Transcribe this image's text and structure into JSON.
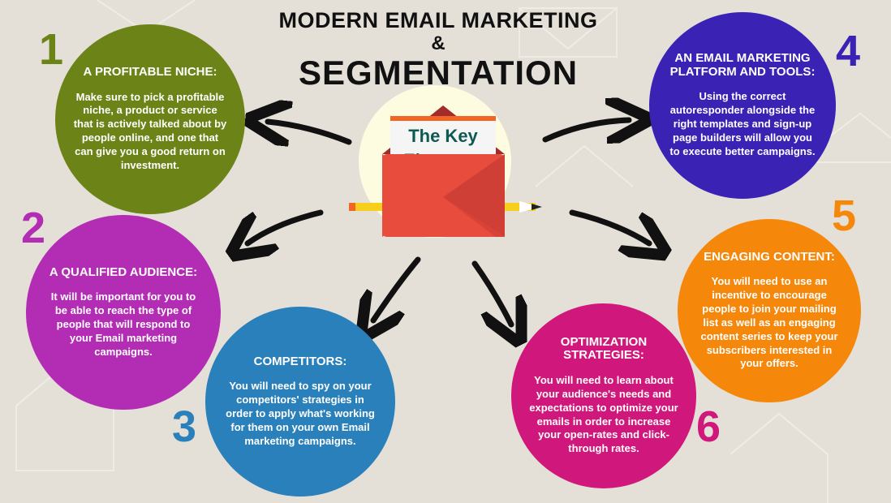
{
  "title": {
    "line1": "MODERN EMAIL MARKETING",
    "line2": "&",
    "line3": "SEGMENTATION"
  },
  "center": {
    "label": "The Key Elements"
  },
  "elements": [
    {
      "number": "1",
      "heading": "A PROFITABLE NICHE:",
      "body": "Make sure to pick a profitable niche, a product or service that is actively talked about by people online, and one that can give you a good return on investment.",
      "color": "#6b8317"
    },
    {
      "number": "2",
      "heading": "A QUALIFIED AUDIENCE:",
      "body": "It will be important for you to be able to reach the type of people that will respond to your Email marketing campaigns.",
      "color": "#b32db4"
    },
    {
      "number": "3",
      "heading": "COMPETITORS:",
      "body": "You will need to spy on your competitors' strategies in order to apply what's working for them on your own Email marketing campaigns.",
      "color": "#2a80ba"
    },
    {
      "number": "4",
      "heading": "AN EMAIL MARKETING PLATFORM AND TOOLS:",
      "body": "Using the correct autoresponder alongside the right templates and sign-up page builders will allow you to execute better campaigns.",
      "color": "#3a22b5"
    },
    {
      "number": "5",
      "heading": "ENGAGING CONTENT:",
      "body": "You will need to use an incentive to encourage people to join your mailing list as well as an engaging content series to keep your subscribers interested in your offers.",
      "color": "#f5870b"
    },
    {
      "number": "6",
      "heading": "OPTIMIZATION STRATEGIES:",
      "body": "You will need to learn about your audience's needs and expectations to optimize your emails in order to increase your open-rates and click-through rates.",
      "color": "#d0177b"
    }
  ]
}
